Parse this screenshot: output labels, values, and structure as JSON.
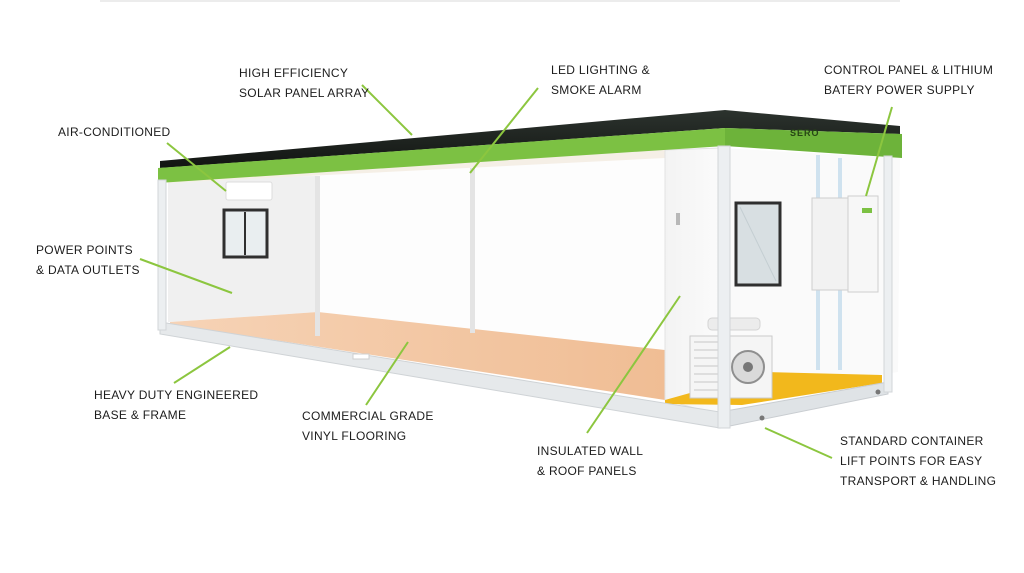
{
  "diagram": {
    "brand_text": "SERO",
    "colors": {
      "accent_green": "#7cc143",
      "roof_dark": "#1b1f1c",
      "leader_line": "#8cc63f",
      "floor": "#f1c29b",
      "yellow_floor": "#f2b81c",
      "frame": "#e9ecee"
    },
    "callouts": {
      "solar": {
        "line1": "HIGH EFFICIENCY",
        "line2": "SOLAR PANEL ARRAY"
      },
      "led": {
        "line1": "LED LIGHTING &",
        "line2": "SMOKE ALARM"
      },
      "control": {
        "line1": "CONTROL PANEL & LITHIUM",
        "line2": "BATERY POWER SUPPLY"
      },
      "aircon": {
        "line1": "AIR-CONDITIONED"
      },
      "power": {
        "line1": "POWER POINTS",
        "line2": "& DATA OUTLETS"
      },
      "base": {
        "line1": "HEAVY DUTY ENGINEERED",
        "line2": "BASE & FRAME"
      },
      "flooring": {
        "line1": "COMMERCIAL GRADE",
        "line2": "VINYL FLOORING"
      },
      "insulated": {
        "line1": "INSULATED WALL",
        "line2": "& ROOF PANELS"
      },
      "lift": {
        "line1": "STANDARD CONTAINER",
        "line2": "LIFT POINTS FOR EASY",
        "line3": "TRANSPORT & HANDLING"
      }
    }
  }
}
